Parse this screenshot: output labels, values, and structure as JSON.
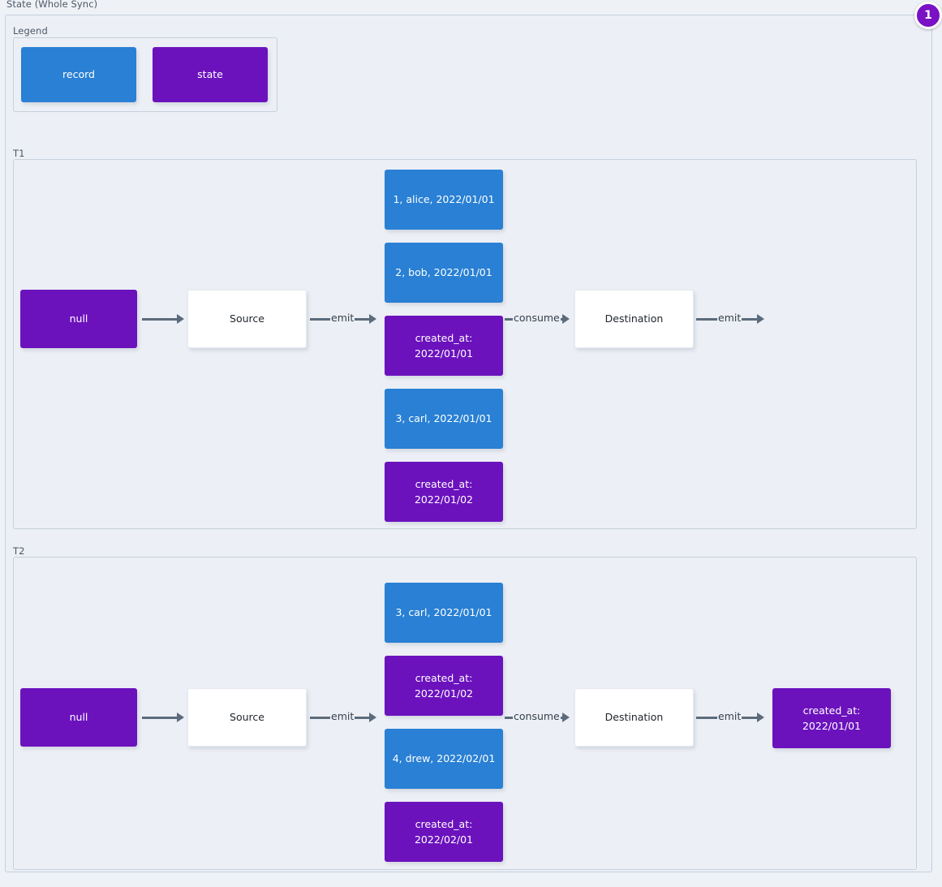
{
  "diagram": {
    "title": "State (Whole Sync)",
    "badge": "1",
    "colors": {
      "record": "#2980d4",
      "state": "#6b12bd",
      "process": "#ffffff",
      "connector": "#5b6b7c",
      "background": "#eceff5",
      "border": "#c6d0dc",
      "badge": "#7a11c4"
    }
  },
  "legend": {
    "title": "Legend",
    "items": [
      {
        "label": "record",
        "kind": "record"
      },
      {
        "label": "state",
        "kind": "state"
      }
    ]
  },
  "sections": [
    {
      "title": "T1",
      "initial_state": "null",
      "source": "Source",
      "destination": "Destination",
      "edges": {
        "state_to_source": "",
        "source_emit": "emit",
        "consume": "consume",
        "destination_emit": "emit"
      },
      "stream": [
        {
          "kind": "record",
          "label": "1, alice, 2022/01/01"
        },
        {
          "kind": "record",
          "label": "2, bob, 2022/01/01"
        },
        {
          "kind": "state",
          "label": "created_at:\n2022/01/01"
        },
        {
          "kind": "record",
          "label": "3, carl, 2022/01/01"
        },
        {
          "kind": "state",
          "label": "created_at:\n2022/01/02"
        }
      ],
      "final_state": null
    },
    {
      "title": "T2",
      "initial_state": "null",
      "source": "Source",
      "destination": "Destination",
      "edges": {
        "state_to_source": "",
        "source_emit": "emit",
        "consume": "consume",
        "destination_emit": "emit"
      },
      "stream": [
        {
          "kind": "record",
          "label": "3, carl, 2022/01/01"
        },
        {
          "kind": "state",
          "label": "created_at:\n2022/01/02"
        },
        {
          "kind": "record",
          "label": "4, drew, 2022/02/01"
        },
        {
          "kind": "state",
          "label": "created_at:\n2022/02/01"
        }
      ],
      "final_state": "created_at:\n2022/01/01"
    }
  ]
}
